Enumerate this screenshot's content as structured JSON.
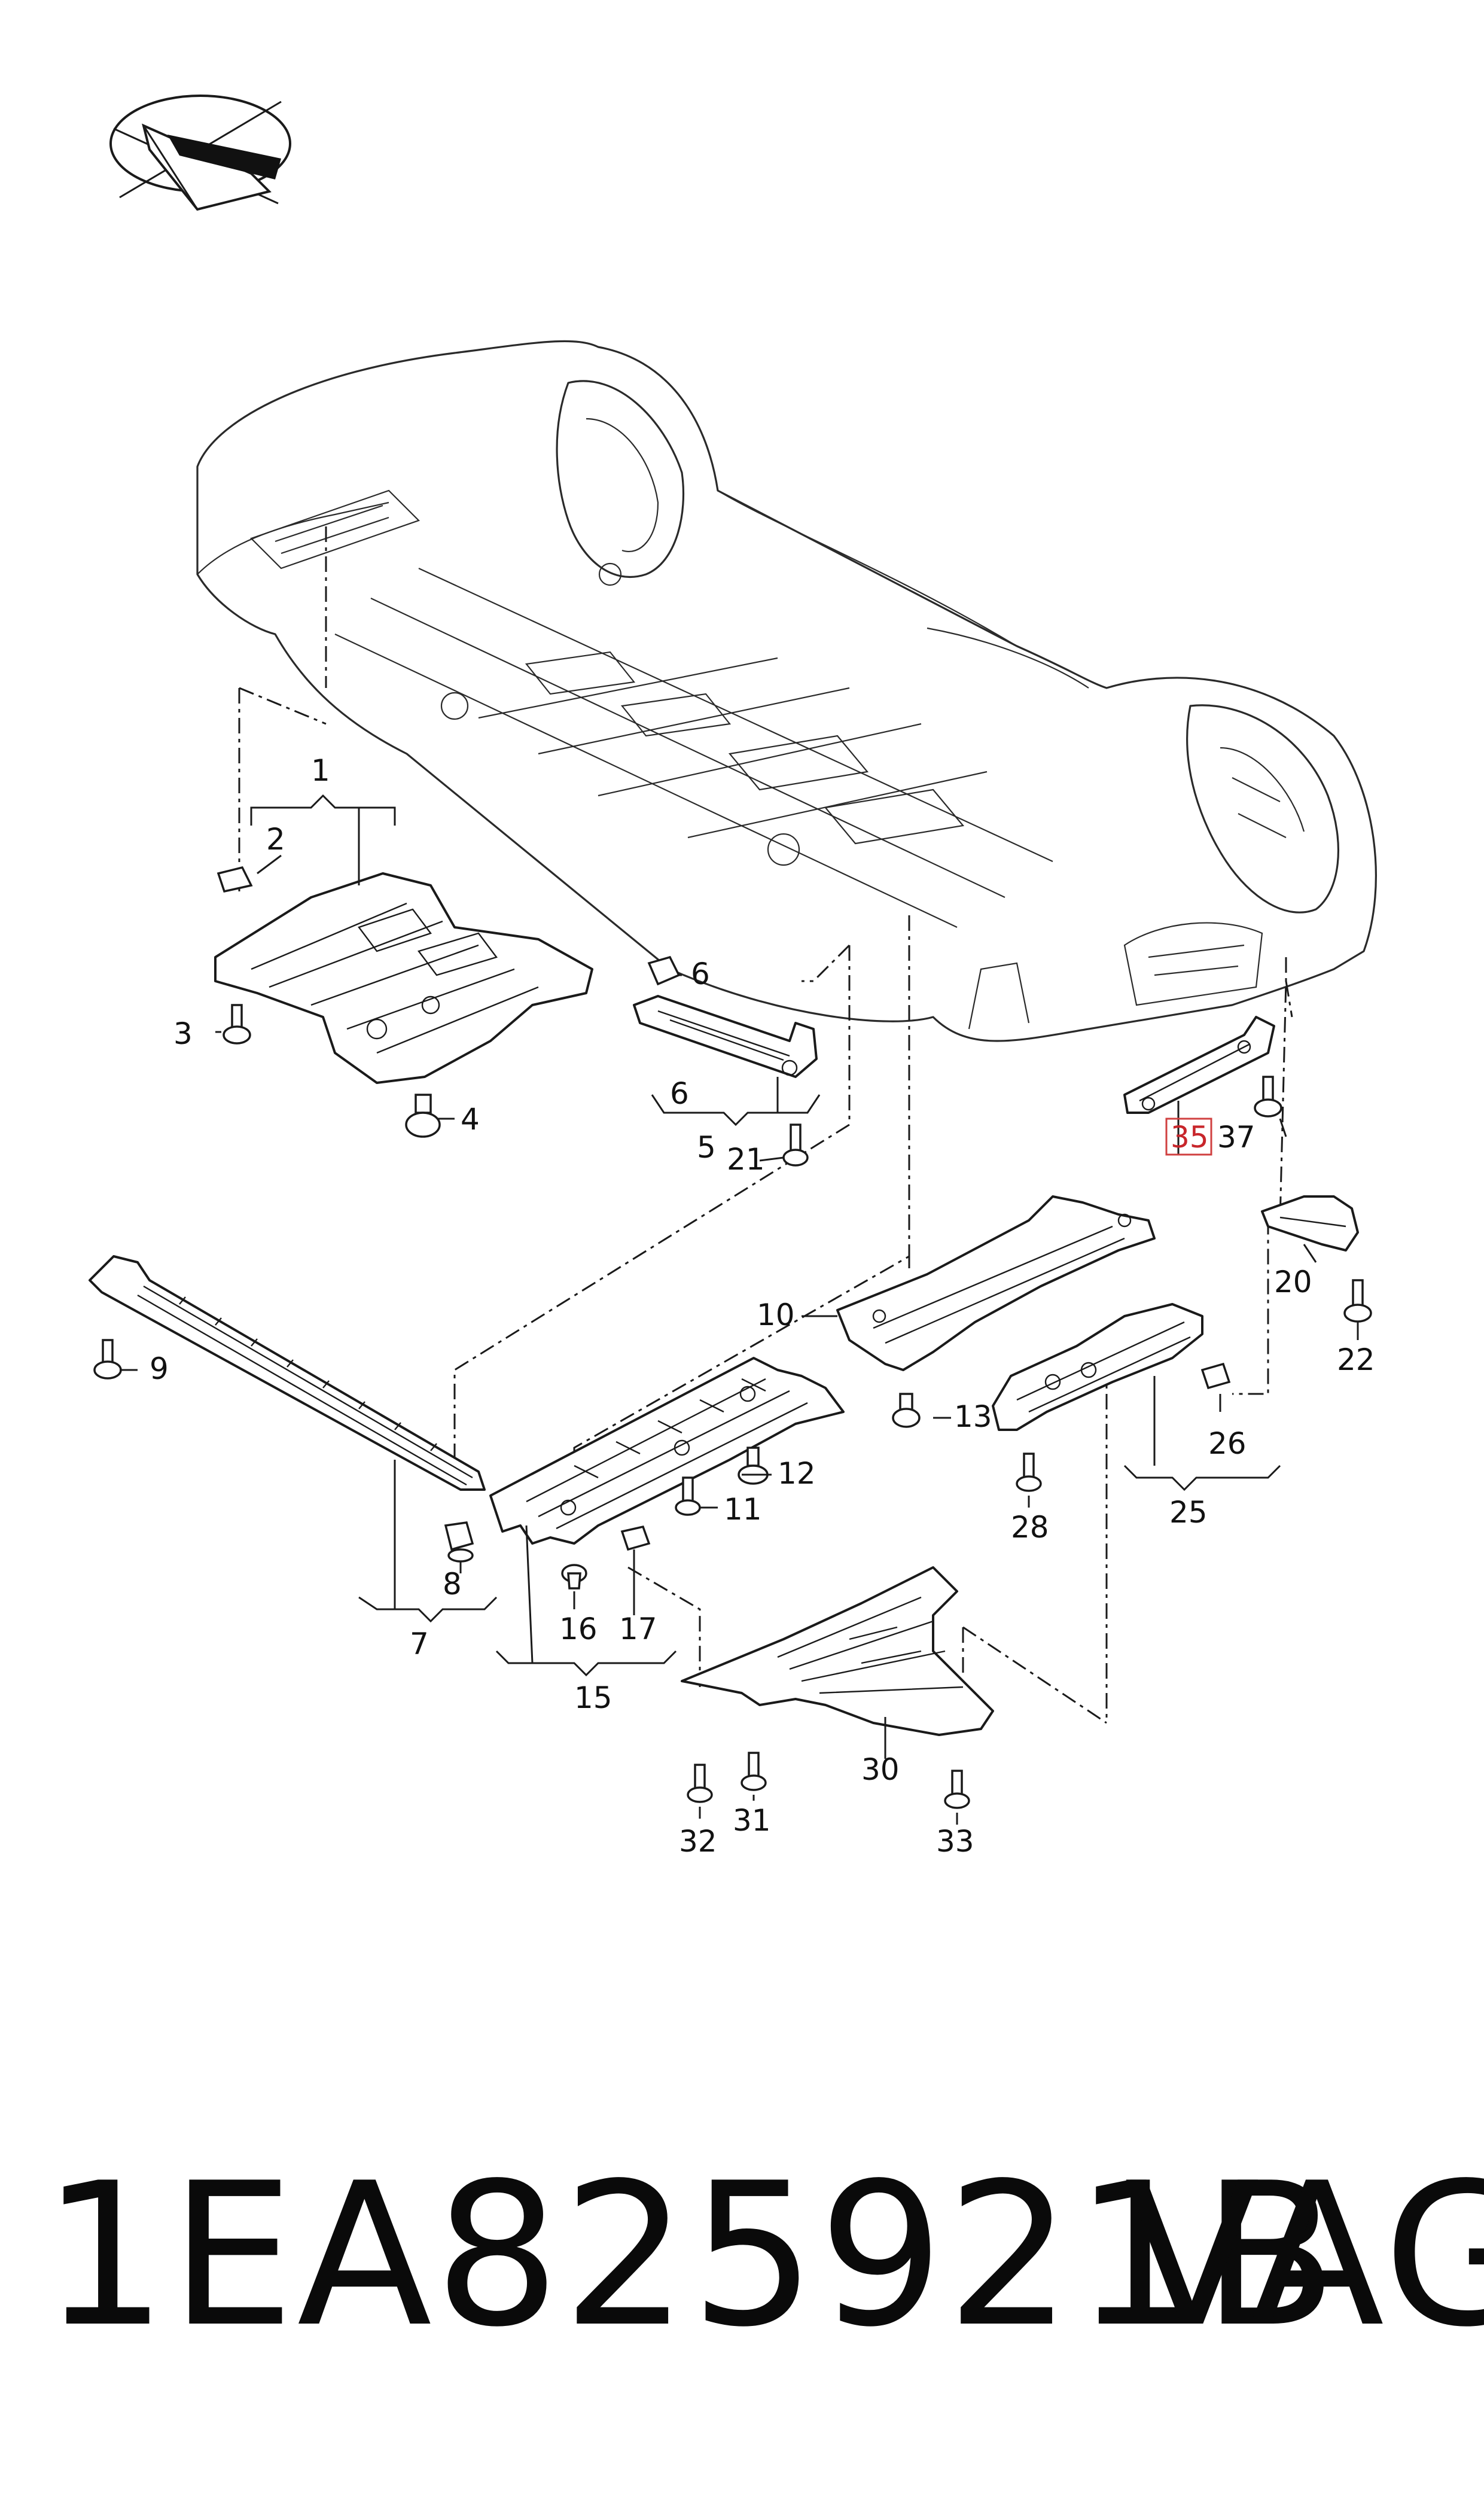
{
  "callouts": {
    "c1": "1",
    "c2": "2",
    "c3": "3",
    "c4": "4",
    "c5": "5",
    "c6a": "6",
    "c6b": "6",
    "c7": "7",
    "c8": "8",
    "c9": "9",
    "c10": "10",
    "c11": "11",
    "c12": "12",
    "c13": "13",
    "c15": "15",
    "c16": "16",
    "c17": "17",
    "c20": "20",
    "c21": "21",
    "c22": "22",
    "c25": "25",
    "c26": "26",
    "c28": "28",
    "c30": "30",
    "c31": "31",
    "c32": "32",
    "c33": "33",
    "c35": "35",
    "c37": "37"
  },
  "highlighted_callout": "35",
  "highlight_color": "#d04040",
  "icons": {
    "orientation": "arrow-orientation-icon"
  },
  "footer": {
    "part_number": "1EA825921B",
    "brand": "VAG"
  }
}
